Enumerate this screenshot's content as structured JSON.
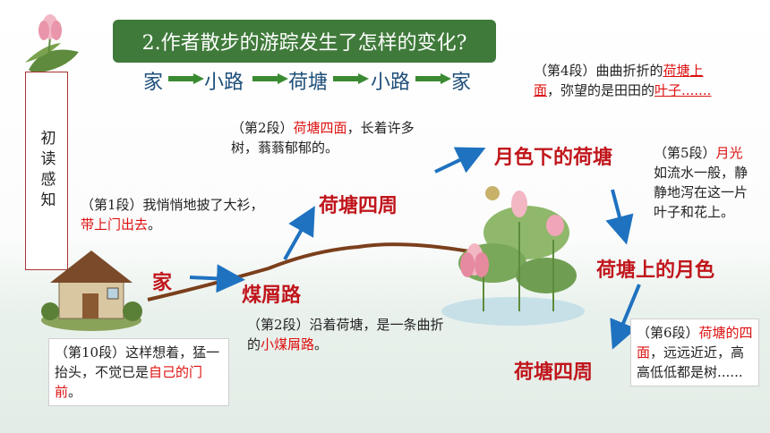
{
  "side_label": "初读感知",
  "title": "2.作者散步的游踪发生了怎样的变化?",
  "route": [
    "家",
    "小路",
    "荷塘",
    "小路",
    "家"
  ],
  "notes": {
    "p4": {
      "pre": "（第4段）曲曲折折的",
      "red": "荷塘上面",
      "mid": "，弥望的是田田的",
      "red2": "叶子.......",
      "post": ""
    },
    "p2a": {
      "pre": "（第2段）",
      "red": "荷塘四面",
      "post": "，长着许多树，蓊蓊郁郁的。"
    },
    "p5": {
      "pre": "（第5段）",
      "red": "月光",
      "post": "如流水一般，静静地泻在这一片叶子和花上。"
    },
    "p1": {
      "pre": "（第1段）我悄悄地披了大衫，",
      "red": "带上门出去",
      "post": "。"
    },
    "p2b": {
      "pre": "（第2段）沿着荷塘，是一条曲折的",
      "red": "小煤屑路",
      "post": "。"
    },
    "p10": {
      "pre": "（第10段）这样想着，猛一抬头，不觉已是",
      "red": "自己的门前",
      "post": "。"
    },
    "p6": {
      "pre": "（第6段）",
      "red": "荷塘的四面",
      "post": "，远远近近，高高低低都是树......"
    }
  },
  "stations": {
    "home": "家",
    "path": "煤屑路",
    "around1": "荷塘四周",
    "moon_pond": "月色下的荷塘",
    "moon_on_pond": "荷塘上的月色",
    "around2": "荷塘四周"
  },
  "colors": {
    "title_bg": "#3f7a3a",
    "accent_red": "#c0161c",
    "arrow_blue": "#1f72c0",
    "route_blue": "#1f4f7a",
    "route_arrow_green": "#3a8a32",
    "path_brown": "#7b3f1c"
  },
  "icons": [
    "lotus-icon",
    "house-icon",
    "lotus-pond-image"
  ]
}
